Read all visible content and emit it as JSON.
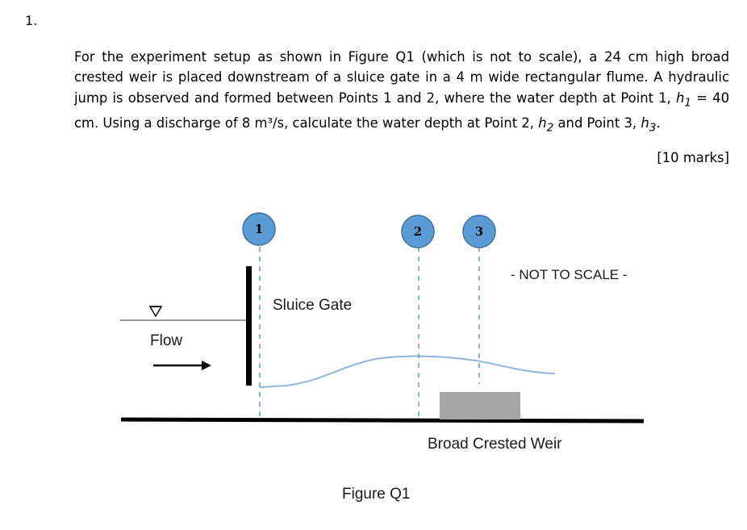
{
  "question": {
    "number": "1.",
    "text_a": "For the experiment setup as shown in Figure Q1 (which is not to scale), a 24 cm high broad crested weir is placed downstream of a sluice gate in a 4 m wide rectangular flume. A hydraulic jump is observed and formed between Points 1 and 2, where the water depth at Point 1, ",
    "h1_sym": "h",
    "h1_sub": "1",
    "text_b": " = 40 cm. Using a discharge of 8 m³/s, calculate the water depth at Point 2, ",
    "h2_sym": "h",
    "h2_sub": "2",
    "text_c": " and Point 3, ",
    "h3_sym": "h",
    "h3_sub": "3",
    "text_d": ".",
    "marks": "[10 marks]"
  },
  "figure": {
    "caption": "Figure Q1",
    "not_to_scale": "- NOT TO SCALE -",
    "sluice_gate_label": "Sluice Gate",
    "flow_label": "Flow",
    "weir_label": "Broad Crested Weir",
    "points": [
      "1",
      "2",
      "3"
    ],
    "colors": {
      "point_fill": "#5b9bd5",
      "point_stroke": "#41719c",
      "water_line": "#8fb4de",
      "weir_fill": "#a6a6a6"
    }
  }
}
